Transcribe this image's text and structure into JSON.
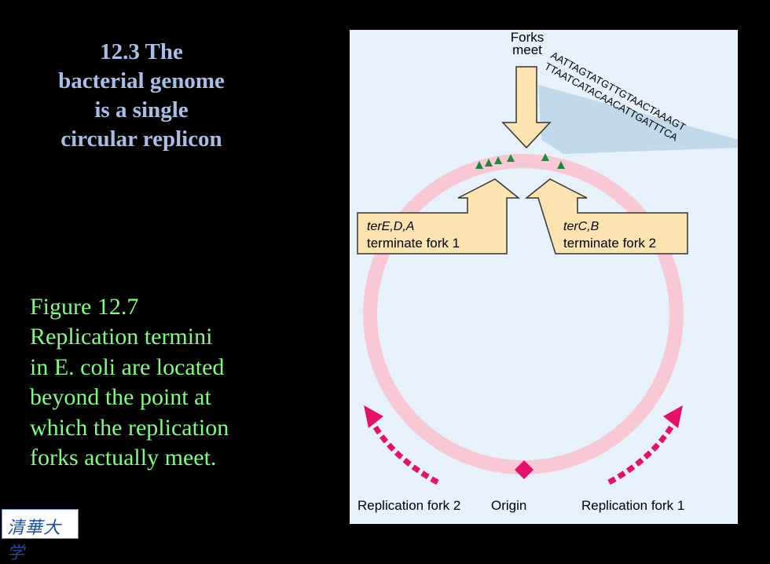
{
  "title": {
    "line1": "12.3 The",
    "line2": "bacterial genome",
    "line3": "is a single",
    "line4": "circular replicon"
  },
  "caption": {
    "line1": "Figure 12.7",
    "line2": "Replication termini",
    "line3": "in E. coli are located",
    "line4": "beyond the point at",
    "line5": "which the replication",
    "line6": "forks actually meet."
  },
  "logo": "清華大学",
  "diagram": {
    "forks_meet_1": "Forks",
    "forks_meet_2": "meet",
    "seq_top": "AATTAGTATGTTGTAACTAAAGT",
    "seq_bottom": "TTAATCATACAACATTGATTTCA",
    "ter_left_genes": "terE,D,A",
    "ter_left_label": "terminate fork 1",
    "ter_right_genes": "terC,B",
    "ter_right_label": "terminate fork 2",
    "fork2_label": "Replication fork 2",
    "origin_label": "Origin",
    "fork1_label": "Replication fork 1"
  },
  "colors": {
    "background": "#000000",
    "title": "#a9bfe8",
    "caption": "#7dff7d",
    "chromosome": "#f8c8d4",
    "arrow_fill": "#fde3b0",
    "fork_arrow": "#e5116b",
    "ter_site": "#1f8a3a"
  }
}
